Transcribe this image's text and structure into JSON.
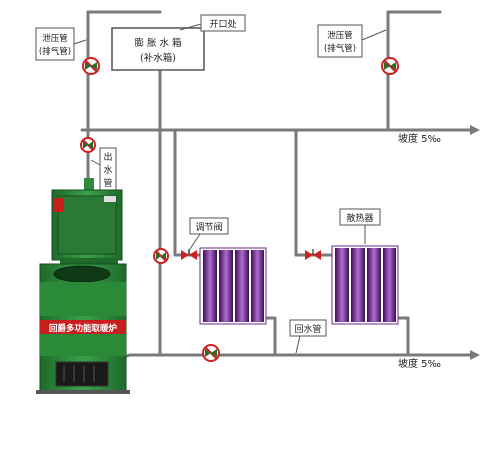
{
  "labels": {
    "relief_pipe_left_1": "泄压管",
    "relief_pipe_left_2": "(排气管)",
    "relief_pipe_right_1": "泄压管",
    "relief_pipe_right_2": "(排气管)",
    "expansion_tank_1": "膨 胀 水 箱",
    "expansion_tank_2": "(补水箱)",
    "opening": "开口处",
    "outlet_pipe_1": "出",
    "outlet_pipe_2": "水",
    "outlet_pipe_3": "管",
    "regulating_valve": "调节阀",
    "radiator": "散热器",
    "return_pipe": "回水管",
    "slope_top": "坡度 5‰",
    "slope_bottom": "坡度 5‰",
    "boiler_name": "回爵多功能取暖炉"
  },
  "colors": {
    "pipe": "#7a7a7a",
    "boiler_green": "#2f8a3c",
    "boiler_dark": "#1f6a2b",
    "radiator_purple": "#6a2a8a",
    "valve_red": "#d02020",
    "label_red": "#c81e1e"
  }
}
